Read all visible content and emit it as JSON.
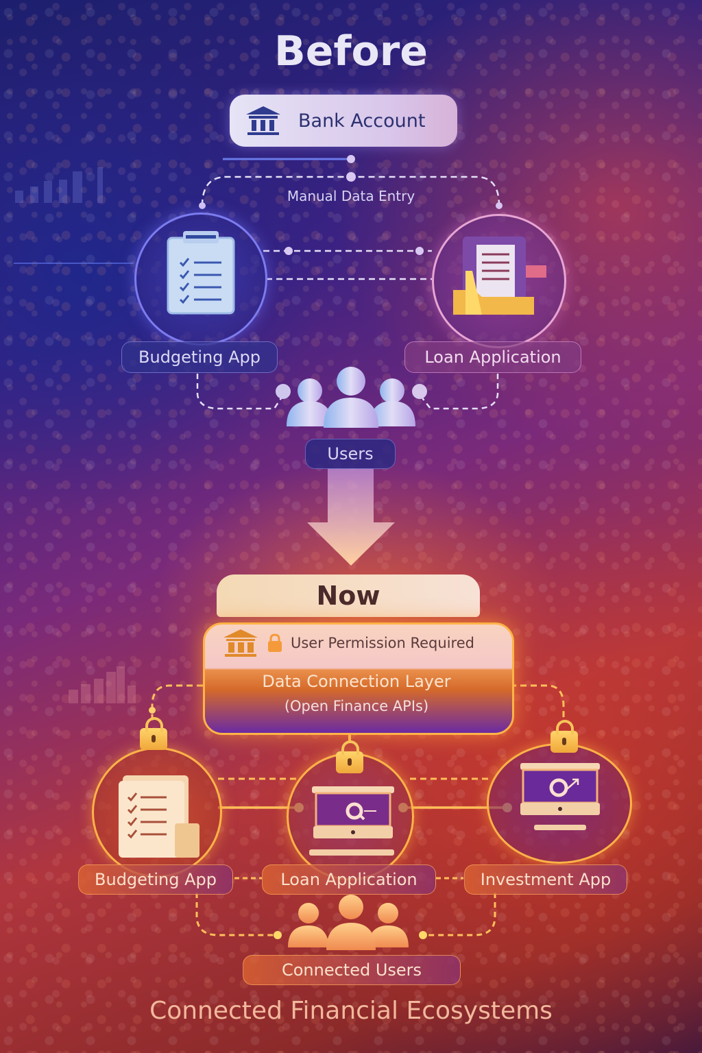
{
  "before": {
    "title": "Before",
    "source": {
      "label": "Bank Account",
      "icon": "bank-icon"
    },
    "connector_label": "Manual Data Entry",
    "apps": [
      {
        "label": "Budgeting App",
        "icon": "clipboard-checklist-icon"
      },
      {
        "label": "Loan Application",
        "icon": "document-folder-icon"
      }
    ],
    "users": {
      "label": "Users",
      "icon": "users-group-icon"
    }
  },
  "transition": {
    "icon": "arrow-down-icon"
  },
  "now": {
    "title": "Now",
    "permission": {
      "label": "User Permission Required",
      "icons": [
        "bank-icon",
        "lock-icon"
      ]
    },
    "layer": {
      "title": "Data Connection Layer",
      "subtitle": "(Open Finance APIs)"
    },
    "apps": [
      {
        "label": "Budgeting App",
        "icon": "clipboard-checklist-icon",
        "locked": true
      },
      {
        "label": "Loan Application",
        "icon": "monitor-search-icon",
        "locked": true
      },
      {
        "label": "Investment App",
        "icon": "monitor-growth-icon",
        "locked": true
      }
    ],
    "users": {
      "label": "Connected Users",
      "icon": "users-group-icon"
    }
  },
  "footer": {
    "title": "Connected Financial Ecosystems"
  },
  "colors": {
    "before_accent": "#7c7cf0",
    "now_accent": "#ffb347",
    "text_light": "#e9e6f6"
  }
}
